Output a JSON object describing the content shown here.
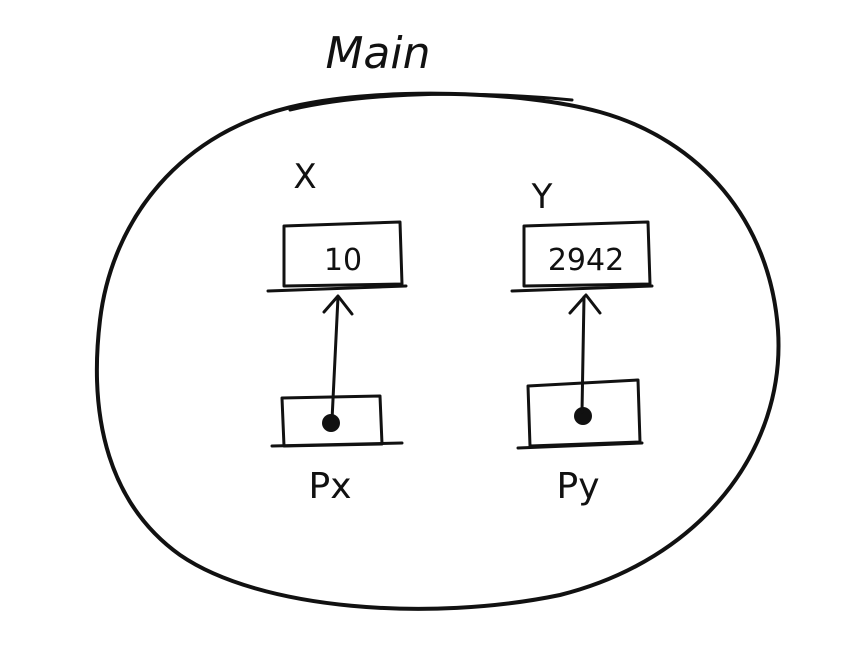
{
  "title": "Main",
  "variables": [
    {
      "name": "X",
      "value": "10"
    },
    {
      "name": "Y",
      "value": "2942"
    }
  ],
  "pointers": [
    {
      "name": "Px",
      "points_to": "X"
    },
    {
      "name": "Py",
      "points_to": "Y"
    }
  ],
  "ink_color": "#111111"
}
